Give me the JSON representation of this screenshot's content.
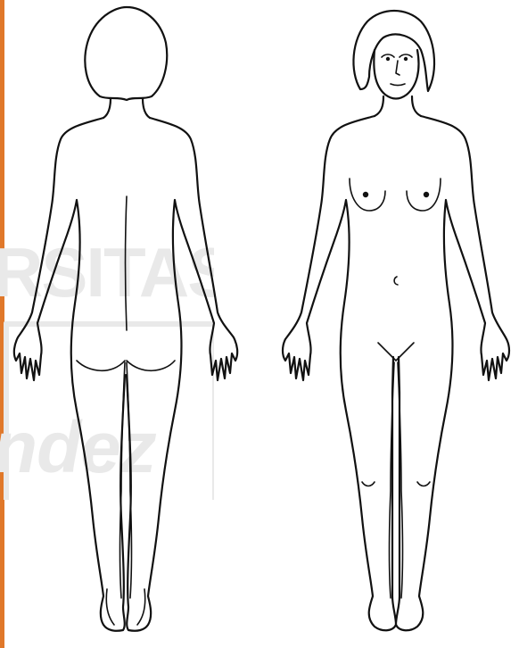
{
  "watermark": {
    "line1": "RSITAS",
    "line2": "ndez",
    "color": "#e9e9e9"
  },
  "colors": {
    "background": "#ffffff",
    "line": "#111111",
    "left_rule": "#e0782a"
  },
  "figures": [
    {
      "view": "back"
    },
    {
      "view": "front"
    }
  ]
}
